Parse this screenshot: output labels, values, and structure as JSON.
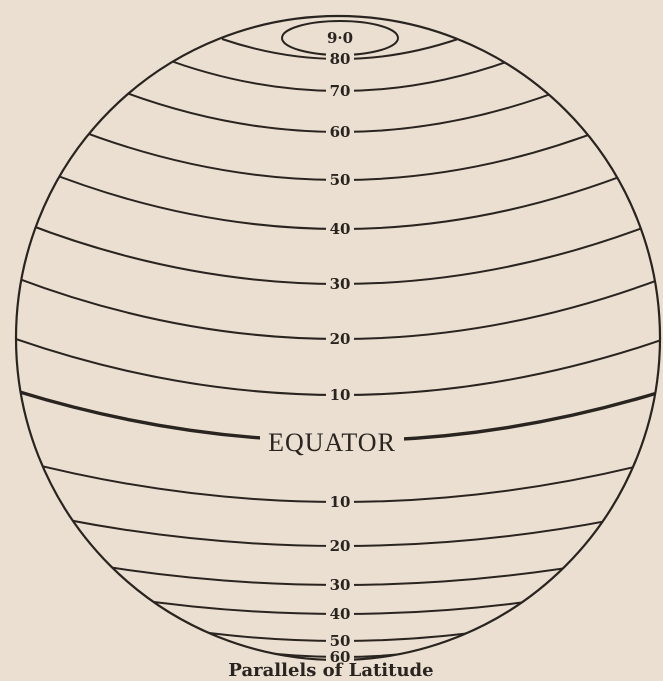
{
  "diagram": {
    "equator_label": "EQUATOR",
    "caption": "Parallels of Latitude",
    "north_parallels": [
      "9·0",
      "80",
      "70",
      "60",
      "50",
      "40",
      "30",
      "20",
      "10"
    ],
    "south_parallels": [
      "10",
      "20",
      "30",
      "40",
      "50",
      "60"
    ]
  },
  "colors": {
    "paper": "#eadfd0",
    "ink": "#2a2420"
  }
}
